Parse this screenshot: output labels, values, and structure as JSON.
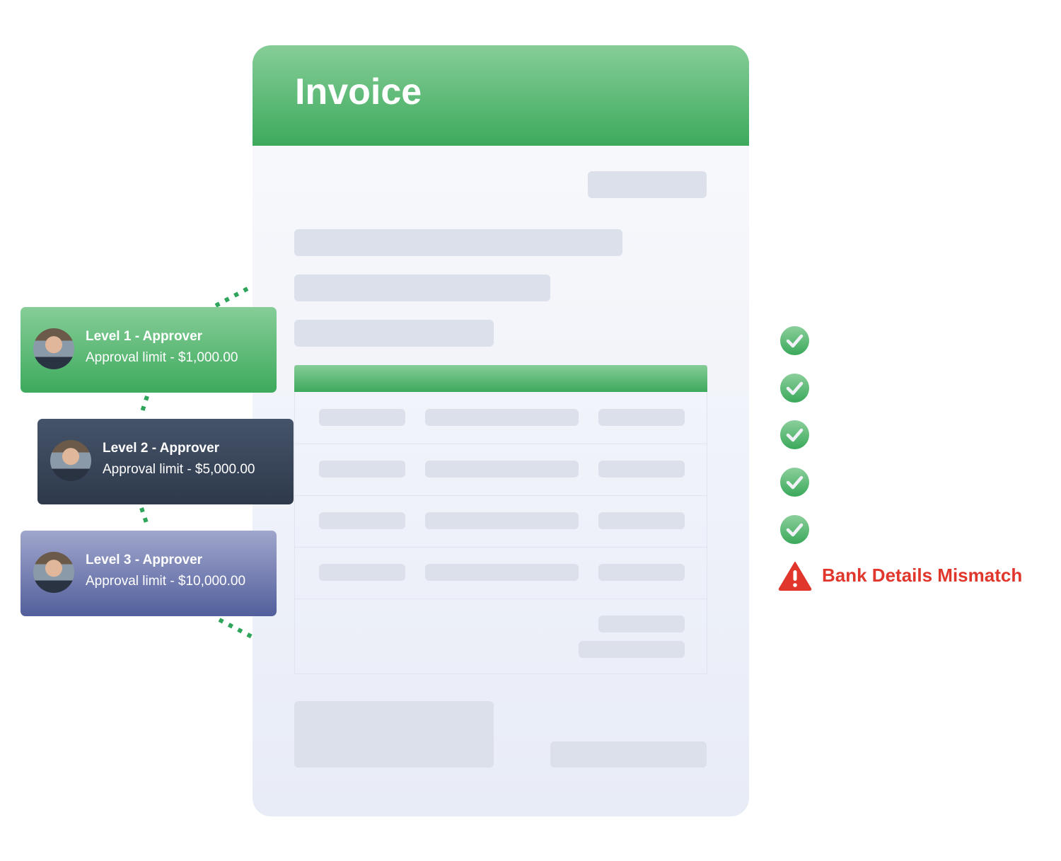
{
  "invoice": {
    "title": "Invoice"
  },
  "approvers": [
    {
      "title": "Level 1 - Approver",
      "limit": "Approval limit - $1,000.00"
    },
    {
      "title": "Level 2 - Approver",
      "limit": "Approval limit - $5,000.00"
    },
    {
      "title": "Level 3 - Approver",
      "limit": "Approval limit - $10,000.00"
    }
  ],
  "checks": {
    "passed_count": 5,
    "warning": "Bank Details Mismatch"
  },
  "colors": {
    "green": "#3daa5c",
    "dark": "#2e3a4b",
    "indigo": "#525f9c",
    "warning": "#e0362c"
  }
}
